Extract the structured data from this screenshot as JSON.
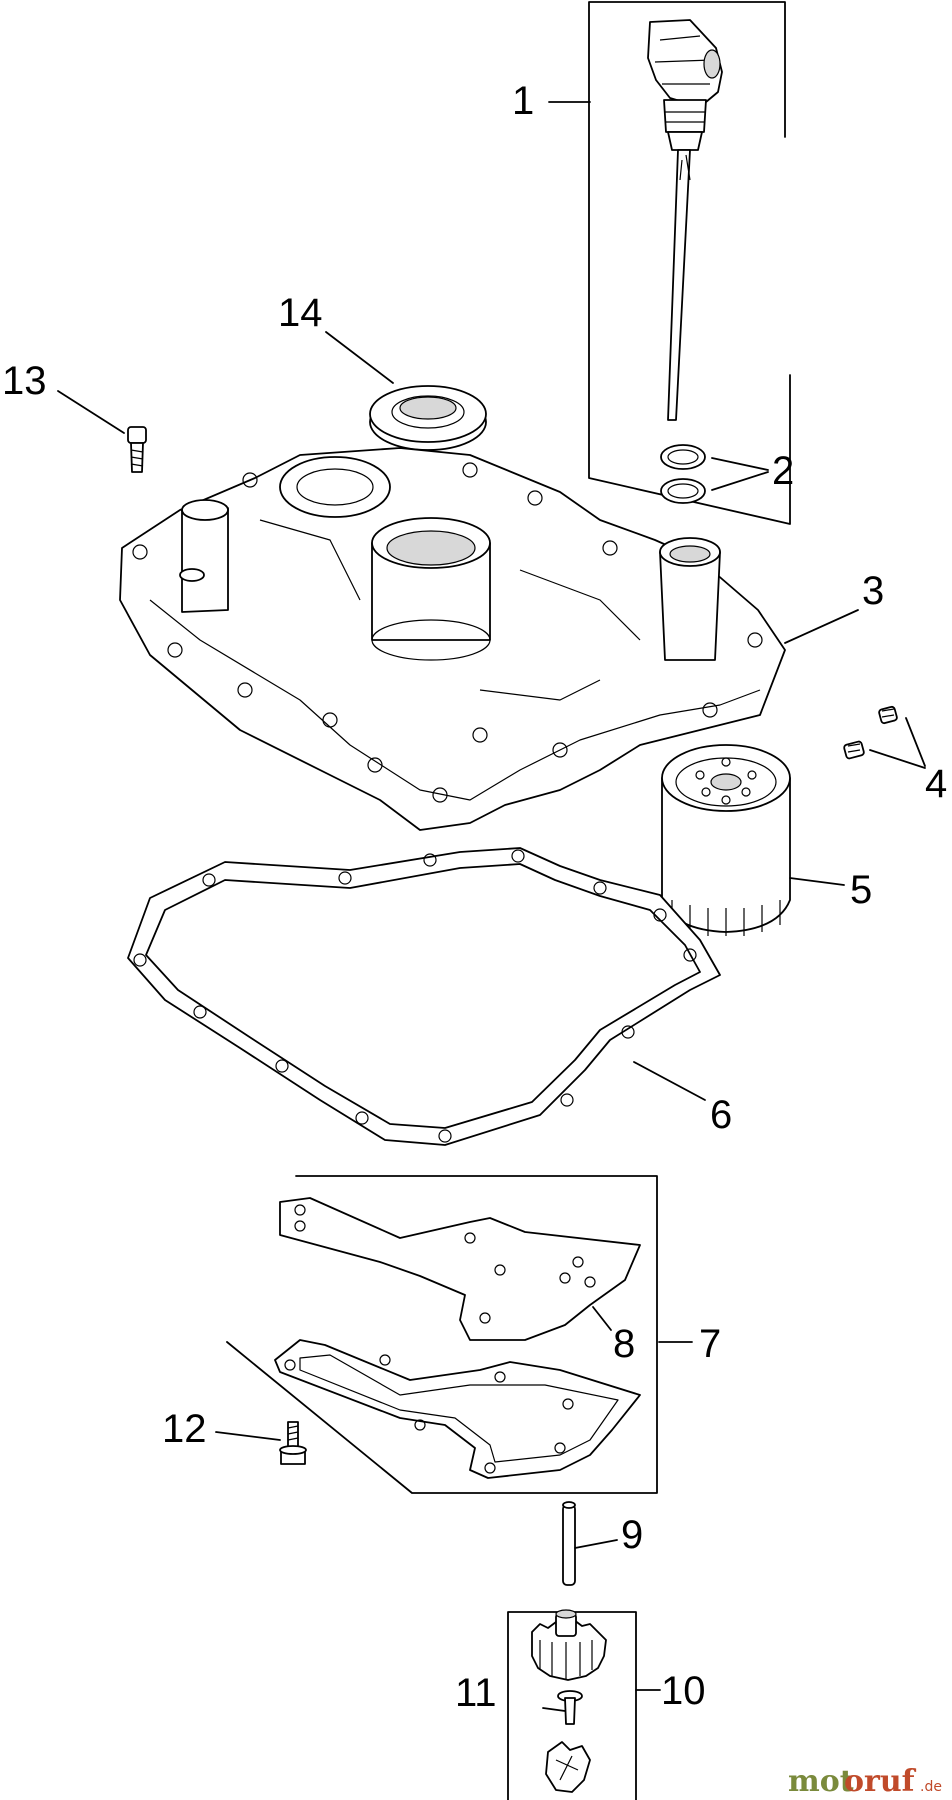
{
  "callouts": [
    {
      "id": "1",
      "label": "1"
    },
    {
      "id": "2",
      "label": "2"
    },
    {
      "id": "3",
      "label": "3"
    },
    {
      "id": "4",
      "label": "4"
    },
    {
      "id": "5",
      "label": "5"
    },
    {
      "id": "6",
      "label": "6"
    },
    {
      "id": "7",
      "label": "7"
    },
    {
      "id": "8",
      "label": "8"
    },
    {
      "id": "9",
      "label": "9"
    },
    {
      "id": "10",
      "label": "10"
    },
    {
      "id": "11",
      "label": "11"
    },
    {
      "id": "12",
      "label": "12"
    },
    {
      "id": "13",
      "label": "13"
    },
    {
      "id": "14",
      "label": "14"
    }
  ],
  "watermark": {
    "part1": "mot",
    "part2": "oruf",
    "suffix": ".de"
  }
}
